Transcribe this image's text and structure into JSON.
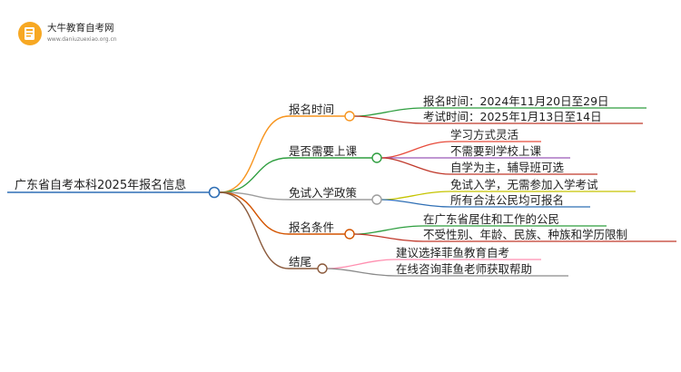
{
  "logo": {
    "site_name": "大牛教育自考网",
    "site_url": "www.daniuzuexiao.org.cn"
  },
  "mindmap": {
    "root": "广东省自考本科2025年报名信息",
    "branches": [
      {
        "label": "报名时间",
        "color": "#f7941d",
        "leaves": [
          {
            "text": "报名时间：2024年11月20日至29日",
            "color": "#2e9e3f"
          },
          {
            "text": "考试时间：2025年1月13日至14日",
            "color": "#c0392b"
          }
        ]
      },
      {
        "label": "是否需要上课",
        "color": "#2e9e3f",
        "leaves": [
          {
            "text": "学习方式灵活",
            "color": "#e74c3c"
          },
          {
            "text": "不需要到学校上课",
            "color": "#9b59b6"
          },
          {
            "text": "自学为主，辅导班可选",
            "color": "#c0392b"
          }
        ]
      },
      {
        "label": "免试入学政策",
        "color": "#9e9e9e",
        "leaves": [
          {
            "text": "免试入学，无需参加入学考试",
            "color": "#c5c400"
          },
          {
            "text": "所有合法公民均可报名",
            "color": "#2f6fb5"
          }
        ]
      },
      {
        "label": "报名条件",
        "color": "#d35400",
        "leaves": [
          {
            "text": "在广东省居住和工作的公民",
            "color": "#2e9e3f"
          },
          {
            "text": "不受性别、年龄、民族、种族和学历限制",
            "color": "#c0392b"
          }
        ]
      },
      {
        "label": "结尾",
        "color": "#8b5a3c",
        "leaves": [
          {
            "text": "建议选择菲鱼教育自考",
            "color": "#ff8fb0"
          },
          {
            "text": "在线咨询菲鱼老师获取帮助",
            "color": "#8a8a8a"
          }
        ]
      }
    ]
  }
}
